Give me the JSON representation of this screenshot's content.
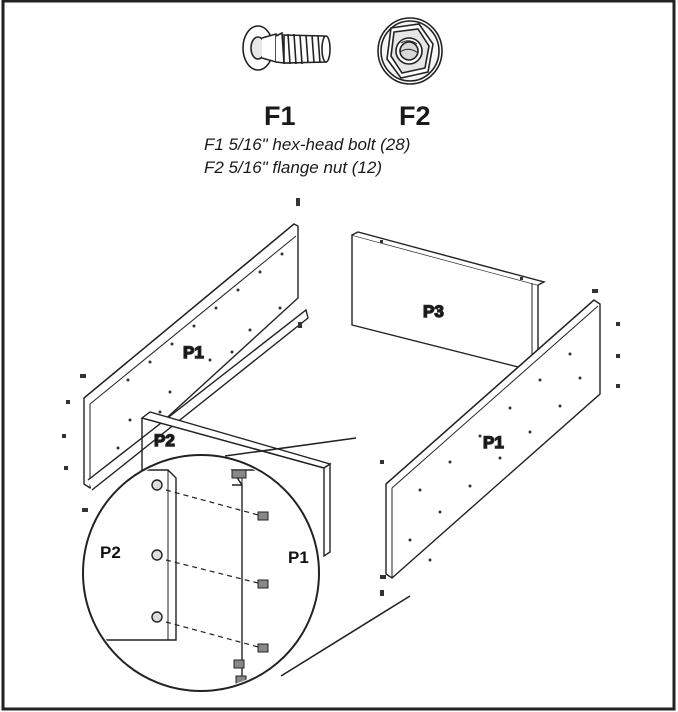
{
  "hardware": {
    "f1": {
      "id": "F1",
      "description": "F1 5/16\"  hex-head bolt (28)"
    },
    "f2": {
      "id": "F2",
      "description": "F2 5/16\" flange nut (12)"
    }
  },
  "panels": {
    "p1_left": "P1",
    "p2_front": "P2",
    "p3_back": "P3",
    "p1_right": "P1",
    "detail_p2": "P2",
    "detail_p1": "P1"
  }
}
